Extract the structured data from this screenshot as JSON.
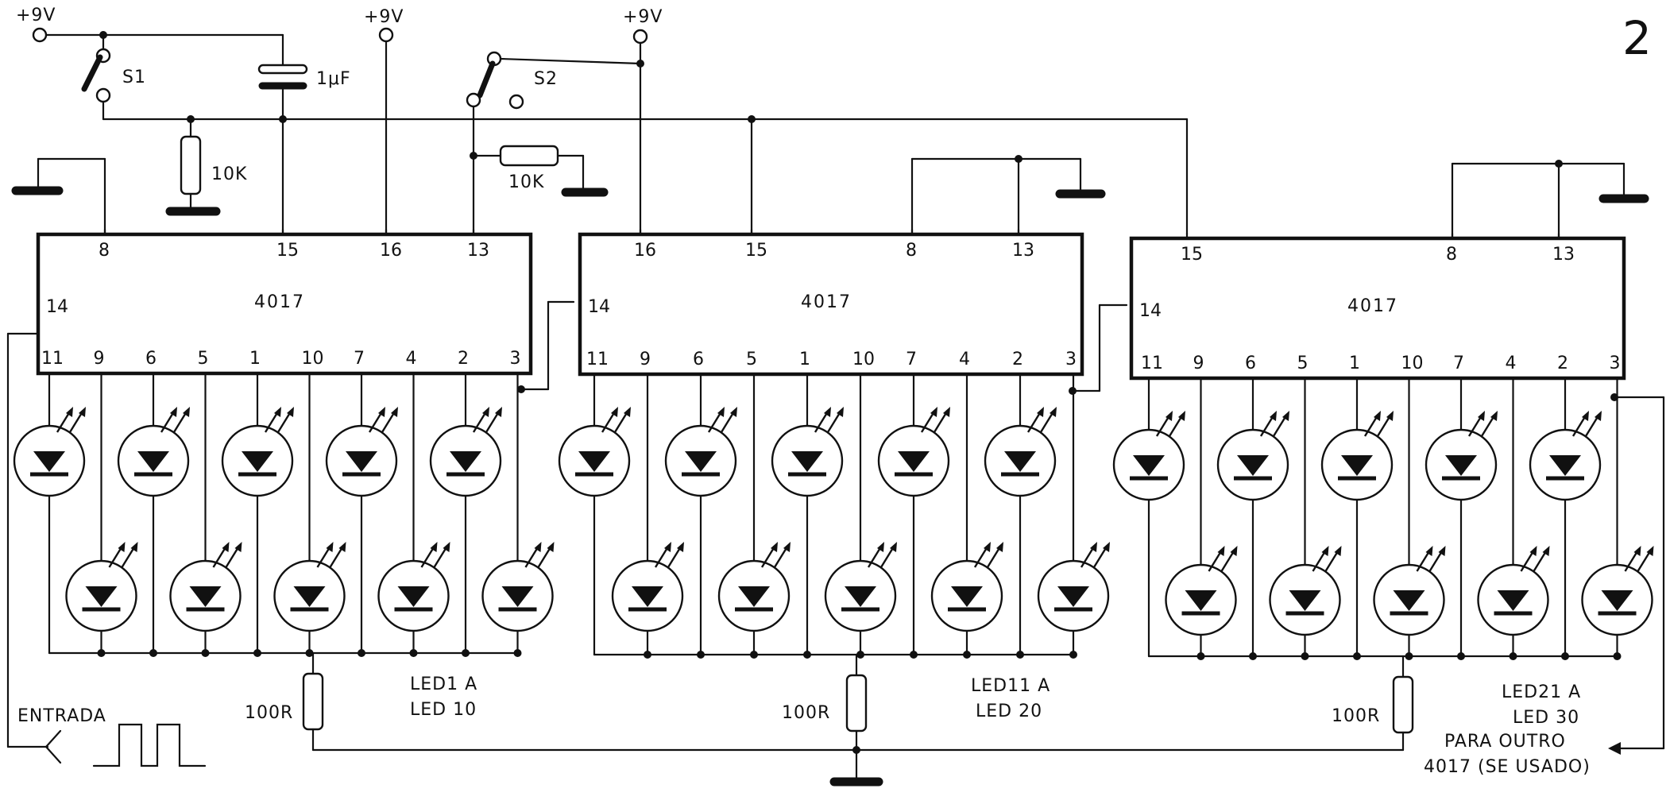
{
  "figure_number": "2",
  "supply_labels": [
    "+9V",
    "+9V",
    "+9V"
  ],
  "switches": [
    "S1",
    "S2"
  ],
  "capacitor": "1μF",
  "resistors": {
    "r1": "10K",
    "r2": "10K",
    "load1": "100R",
    "load2": "100R",
    "load3": "100R"
  },
  "chips": [
    {
      "name": "4017",
      "top_pins": [
        "8",
        "15",
        "16",
        "13"
      ],
      "side_pin": "14",
      "bottom_pins": [
        "11",
        "9",
        "6",
        "5",
        "1",
        "10",
        "7",
        "4",
        "2",
        "3"
      ]
    },
    {
      "name": "4017",
      "top_pins": [
        "16",
        "15",
        "8",
        "13"
      ],
      "side_pin": "14",
      "bottom_pins": [
        "11",
        "9",
        "6",
        "5",
        "1",
        "10",
        "7",
        "4",
        "2",
        "3"
      ]
    },
    {
      "name": "4017",
      "top_pins": [
        "15",
        "8",
        "13"
      ],
      "side_pin": "14",
      "bottom_pins": [
        "11",
        "9",
        "6",
        "5",
        "1",
        "10",
        "7",
        "4",
        "2",
        "3"
      ]
    }
  ],
  "led_groups": [
    {
      "line1": "LED1 A",
      "line2": "LED 10"
    },
    {
      "line1": "LED11 A",
      "line2": "LED 20"
    },
    {
      "line1": "LED21 A",
      "line2": "LED 30"
    }
  ],
  "input_label": "ENTRADA",
  "output_note": {
    "line1": "PARA  OUTRO",
    "line2": "4017 (SE USADO)"
  }
}
